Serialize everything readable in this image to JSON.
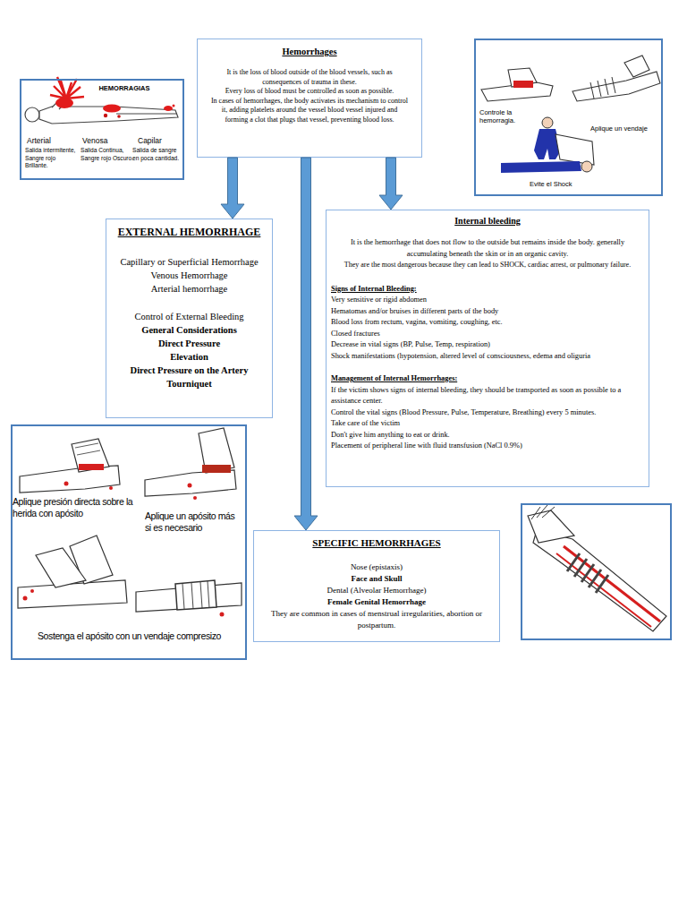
{
  "diagram": {
    "nodes": [
      {
        "text": [
          "HEMORRAGIAS",
          "Arterial",
          "Salida intermitente, Sangre rojo Brillante.",
          "Venosa",
          "Salida Continua, Sangre rojo Oscuro.",
          "Capilar",
          "Salida de sangre en poca cantidad."
        ]
      },
      {
        "text": [
          "Hemorrhages",
          "It is the loss of blood outside of the blood vessels, such as consequences of trauma in these.",
          "Every loss of blood must be controlled as soon as possible.",
          "In cases of hemorrhages, the body activates its mechanism to control it, adding platelets around the vessel blood vessel injured and forming a clot that plugs that vessel, preventing blood loss."
        ]
      },
      {
        "text": [
          "Controle la hemorragia.",
          "Aplique un vendaje",
          "Evite el Shock"
        ]
      },
      {
        "text": [
          "EXTERNAL HEMORRHAGE",
          "Capillary or Superficial Hemorrhage",
          "Venous Hemorrhage",
          "Arterial hemorrhage",
          "Control of External Bleeding",
          "General Considerations",
          "Direct Pressure",
          "Elevation",
          "Direct Pressure on the Artery",
          "Tourniquet"
        ]
      },
      {
        "text": [
          "Internal bleeding",
          "It is the hemorrhage that does not flow to the outside but remains inside the body. generally accumulating beneath the skin or in an organic cavity.",
          "They are the most dangerous because they can lead to SHOCK, cardiac arrest, or pulmonary failure.",
          "Signs of Internal Bleeding:",
          "Very sensitive or rigid abdomen",
          "Hematomas and/or bruises in different parts of the body",
          "Blood loss from rectum, vagina, vomiting, coughing, etc.",
          "Closed fractures",
          "Decrease in vital signs (BP, Pulse, Temp, respiration)",
          "Shock manifestations (hypotension, altered level of consciousness, edema and oliguria",
          "Management of Internal Hemorrhages:",
          "If the victim shows signs of internal bleeding, they should be transported as soon as possible to a assistance center.",
          "Control the vital signs (Blood Pressure, Pulse, Temperature, Breathing) every 5 minutes.",
          "Take care of the victim",
          "Don't give him anything to eat or drink.",
          "Placement of peripheral line with fluid transfusion (NaCl 0.9%)"
        ]
      },
      {
        "text": [
          "Aplique presión directa sobre la herida con apósito",
          "Aplique un apósito más si es necesario",
          "Sostenga el apósito con un vendaje compresizo"
        ]
      },
      {
        "text": [
          "SPECIFIC HEMORRHAGES",
          "Nose (epistaxis)",
          "Face and Skull",
          "Dental (Alveolar Hemorrhage)",
          "Female Genital Hemorrhage",
          "They are common in cases of menstrual irregularities, abortion or postpartum."
        ]
      }
    ],
    "edges": [
      {
        "from": 1,
        "to": 3,
        "arrow": "to"
      },
      {
        "from": 1,
        "to": 4,
        "arrow": "to"
      },
      {
        "from": 1,
        "to": 6,
        "arrow": "to"
      }
    ]
  }
}
